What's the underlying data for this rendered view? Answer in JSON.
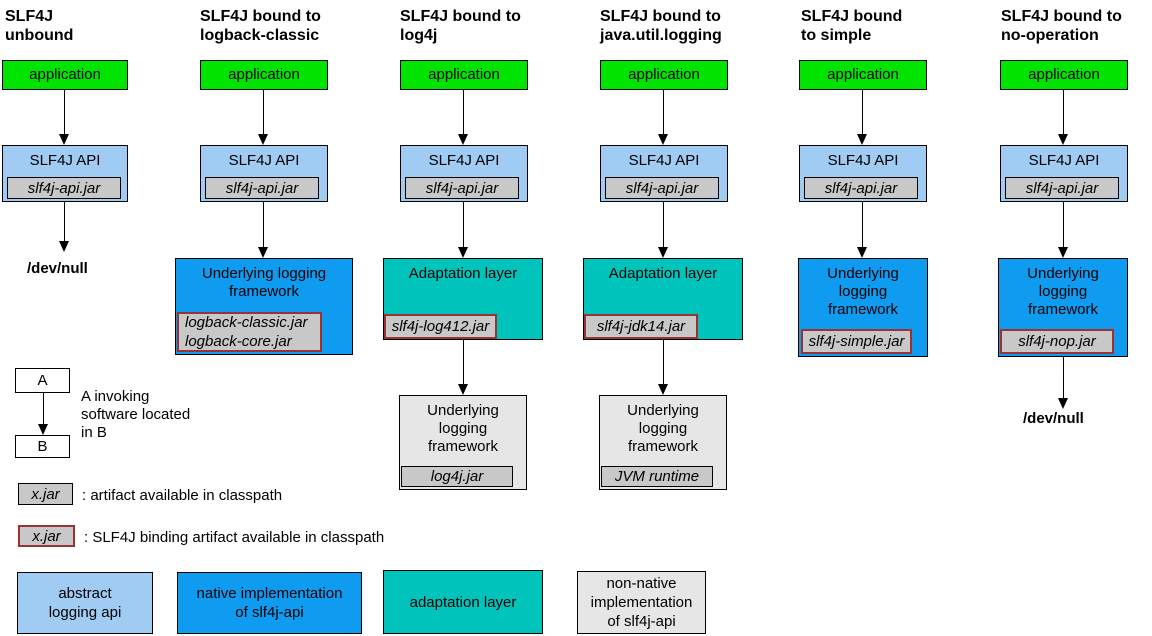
{
  "columns": [
    {
      "title": "SLF4J\nunbound",
      "app": "application",
      "api": "SLF4J API",
      "api_jar": "slf4j-api.jar",
      "devnull": "/dev/null"
    },
    {
      "title": "SLF4J bound to\nlogback-classic",
      "app": "application",
      "api": "SLF4J API",
      "api_jar": "slf4j-api.jar",
      "impl": "Underlying logging\nframework",
      "impl_jar": "logback-classic.jar\nlogback-core.jar"
    },
    {
      "title": "SLF4J bound to\nlog4j",
      "app": "application",
      "api": "SLF4J API",
      "api_jar": "slf4j-api.jar",
      "adaptation": "Adaptation layer",
      "adaptation_jar": "slf4j-log412.jar",
      "underlying": "Underlying\nlogging\nframework",
      "underlying_jar": "log4j.jar"
    },
    {
      "title": "SLF4J bound to\njava.util.logging",
      "app": "application",
      "api": "SLF4J API",
      "api_jar": "slf4j-api.jar",
      "adaptation": "Adaptation layer",
      "adaptation_jar": "slf4j-jdk14.jar",
      "underlying": "Underlying\nlogging\nframework",
      "underlying_jar": "JVM runtime"
    },
    {
      "title": "SLF4J bound\nto simple",
      "app": "application",
      "api": "SLF4J API",
      "api_jar": "slf4j-api.jar",
      "impl": "Underlying\nlogging\nframework",
      "impl_jar": "slf4j-simple.jar"
    },
    {
      "title": "SLF4J bound to\nno-operation",
      "app": "application",
      "api": "SLF4J API",
      "api_jar": "slf4j-api.jar",
      "impl": "Underlying\nlogging\nframework",
      "impl_jar": "slf4j-nop.jar",
      "devnull": "/dev/null"
    }
  ],
  "legend": {
    "box_a": "A",
    "box_b": "B",
    "invoke_text": "A invoking\nsoftware located\nin B",
    "jar_sample": "x.jar",
    "artifact_text": ": artifact available in classpath",
    "binding_jar_sample": "x.jar",
    "binding_artifact_text": ": SLF4J binding artifact available in classpath"
  },
  "key": [
    {
      "label": "abstract\nlogging api"
    },
    {
      "label": "native implementation\nof slf4j-api"
    },
    {
      "label": "adaptation layer"
    },
    {
      "label": "non-native\nimplementation\nof slf4j-api"
    }
  ],
  "colors": {
    "application_green": "#00E400",
    "abstract_api_blue": "#A0CBF2",
    "native_impl_blue": "#0F9BF0",
    "adaptation_teal": "#00C4BC",
    "non_native_gray": "#E6E6E6",
    "jar_gray": "#C8C8C8",
    "binding_border_red": "#993333"
  }
}
